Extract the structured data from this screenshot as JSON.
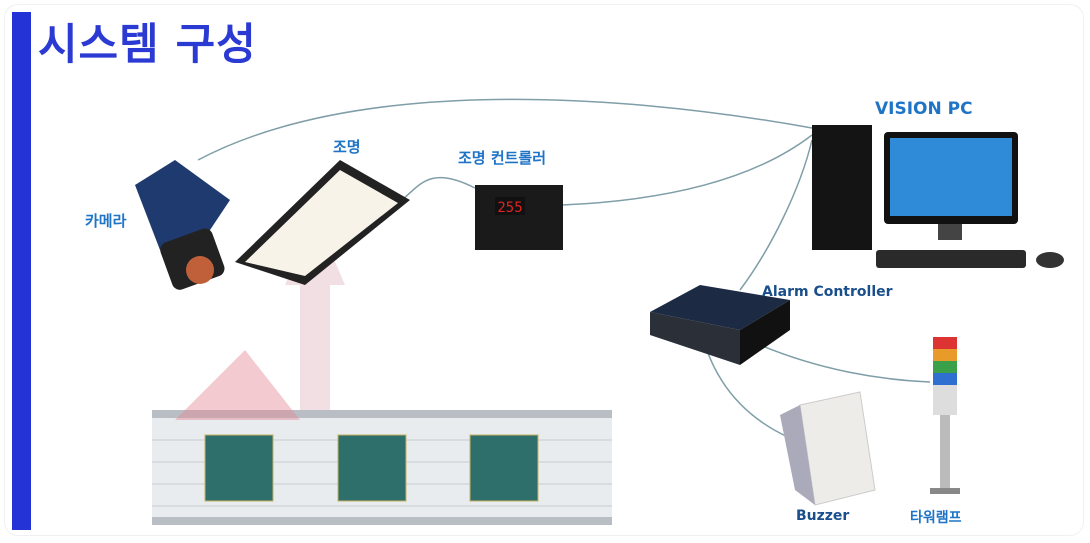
{
  "title": "시스템 구성",
  "labels": {
    "camera": "카메라",
    "light": "조명",
    "light_controller": "조명 컨트롤러",
    "vision_pc": "VISION PC",
    "alarm_controller": "Alarm Controller",
    "buzzer": "Buzzer",
    "tower_lamp": "타워램프"
  },
  "controller_display": "255",
  "colors": {
    "accent": "#2333d6",
    "label": "#1f74c6"
  }
}
